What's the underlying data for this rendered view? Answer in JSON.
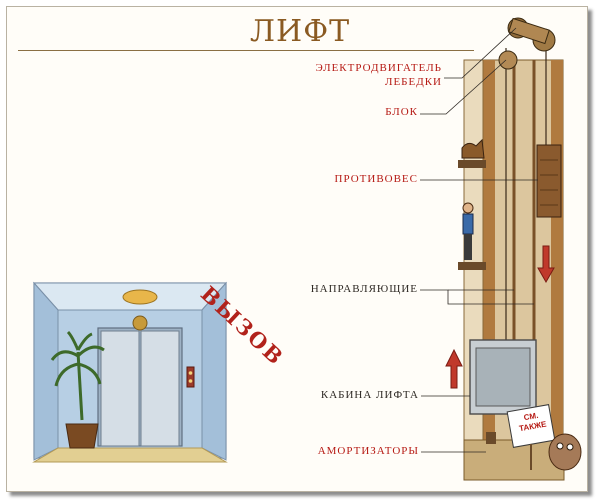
{
  "title": "ЛИФТ",
  "call_label": "ВЫЗОВ",
  "labels": {
    "motor_line1": "ЭЛЕКТРОДВИГАТЕЛЬ",
    "motor_line2": "ЛЕБЕДКИ",
    "pulley": "БЛОК",
    "counterweight": "ПРОТИВОВЕС",
    "guide_rails": "НАПРАВЛЯЮЩИЕ",
    "cabin": "КАБИНА ЛИФТА",
    "buffers": "АМОРТИЗАТОРЫ"
  },
  "see_also": {
    "line1": "СМ.",
    "line2": "ТАКЖЕ"
  },
  "colors": {
    "title": "#8a5a22",
    "accent_red": "#b61a14",
    "shaft": "#b07a3f",
    "lobby_wall": "#a9c6df",
    "floor": "#e0cd91"
  }
}
